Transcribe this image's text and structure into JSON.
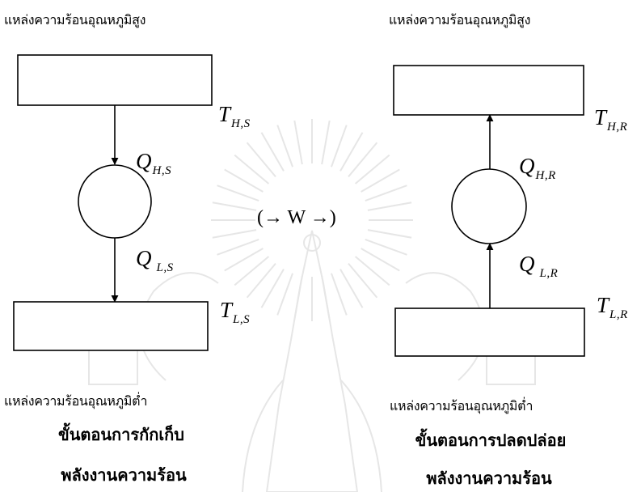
{
  "left": {
    "hot_source_label": "แหล่งความร้อนอุณหภูมิสูง",
    "cold_source_label": "แหล่งความร้อนอุณหภูมิต่ำ",
    "T_high": {
      "symbol": "T",
      "sub": "H,S"
    },
    "T_low": {
      "symbol": "T",
      "sub": "L,S"
    },
    "Q_high": {
      "symbol": "Q",
      "sub": "H,S"
    },
    "Q_low": {
      "symbol": "Q",
      "sub": "L,S"
    },
    "caption_line1": "ขั้นตอนการกักเก็บ",
    "caption_line2": "พลังงานความร้อน"
  },
  "center": {
    "work_label": "(→ W →)"
  },
  "right": {
    "hot_source_label": "แหล่งความร้อนอุณหภูมิสูง",
    "cold_source_label": "แหล่งความร้อนอุณหภูมิต่ำ",
    "T_high": {
      "symbol": "T",
      "sub": "H,R"
    },
    "T_low": {
      "symbol": "T",
      "sub": "L,R"
    },
    "Q_high": {
      "symbol": "Q",
      "sub": "H,R"
    },
    "Q_low": {
      "symbol": "Q",
      "sub": "L,R"
    },
    "caption_line1": "ขั้นตอนการปลดปล่อย",
    "caption_line2": "พลังงานความร้อน"
  },
  "colors": {
    "line": "#000000",
    "watermark": "#e6e6e6"
  }
}
